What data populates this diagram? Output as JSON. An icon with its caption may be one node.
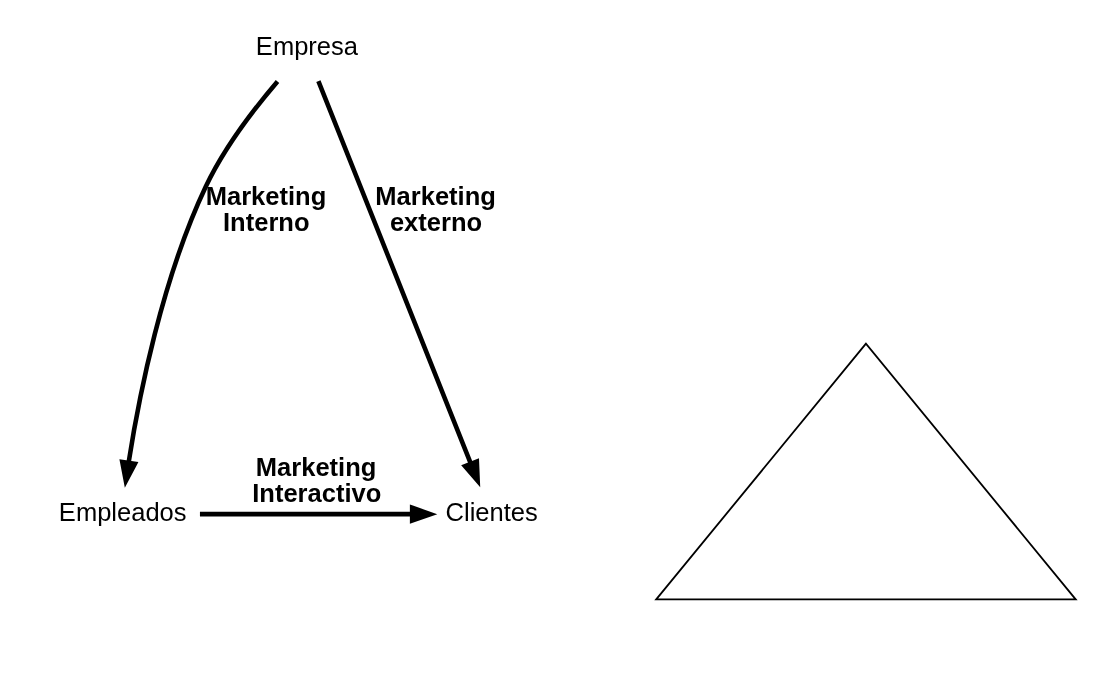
{
  "diagram": {
    "nodes": [
      {
        "text": [
          "Empresa"
        ]
      },
      {
        "text": [],
        "shape": "triangle"
      },
      {
        "text": [
          "Empleados"
        ]
      },
      {
        "text": [
          "Clientes"
        ]
      }
    ],
    "edges": [
      {
        "from": 0,
        "to": 2,
        "arrow": "to",
        "label": "Marketing Interno"
      },
      {
        "from": 0,
        "to": 3,
        "arrow": "to",
        "label": "Marketing externo"
      },
      {
        "from": 2,
        "to": 3,
        "arrow": "to",
        "label": "Marketing Interactivo"
      }
    ]
  }
}
